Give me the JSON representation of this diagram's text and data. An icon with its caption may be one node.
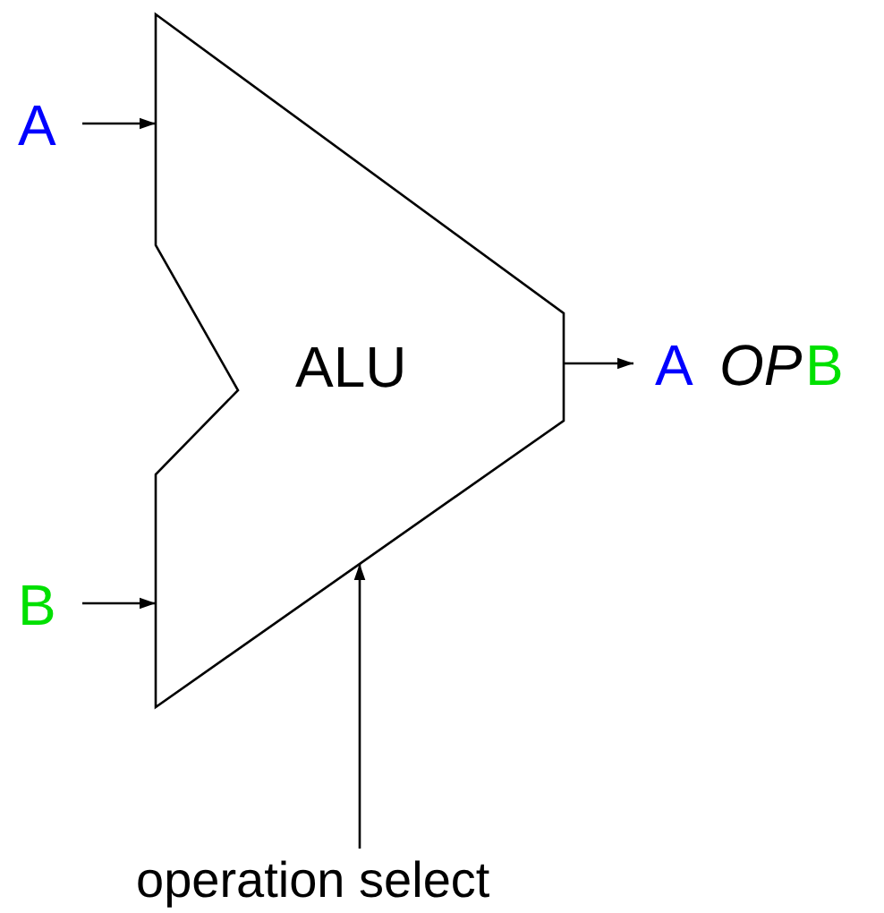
{
  "diagram": {
    "nodes": [
      {
        "text": [
          "A"
        ]
      },
      {
        "text": [
          "B"
        ]
      },
      {
        "text": [
          "ALU"
        ]
      },
      {
        "text": [
          "A",
          "OP",
          "B"
        ]
      },
      {
        "text": [
          "operation select"
        ]
      }
    ],
    "edges": [
      {
        "from": 0,
        "to": 2,
        "arrow": "to"
      },
      {
        "from": 1,
        "to": 2,
        "arrow": "to"
      },
      {
        "from": 2,
        "to": 3,
        "arrow": "to"
      },
      {
        "from": 4,
        "to": 2,
        "arrow": "to"
      }
    ]
  }
}
